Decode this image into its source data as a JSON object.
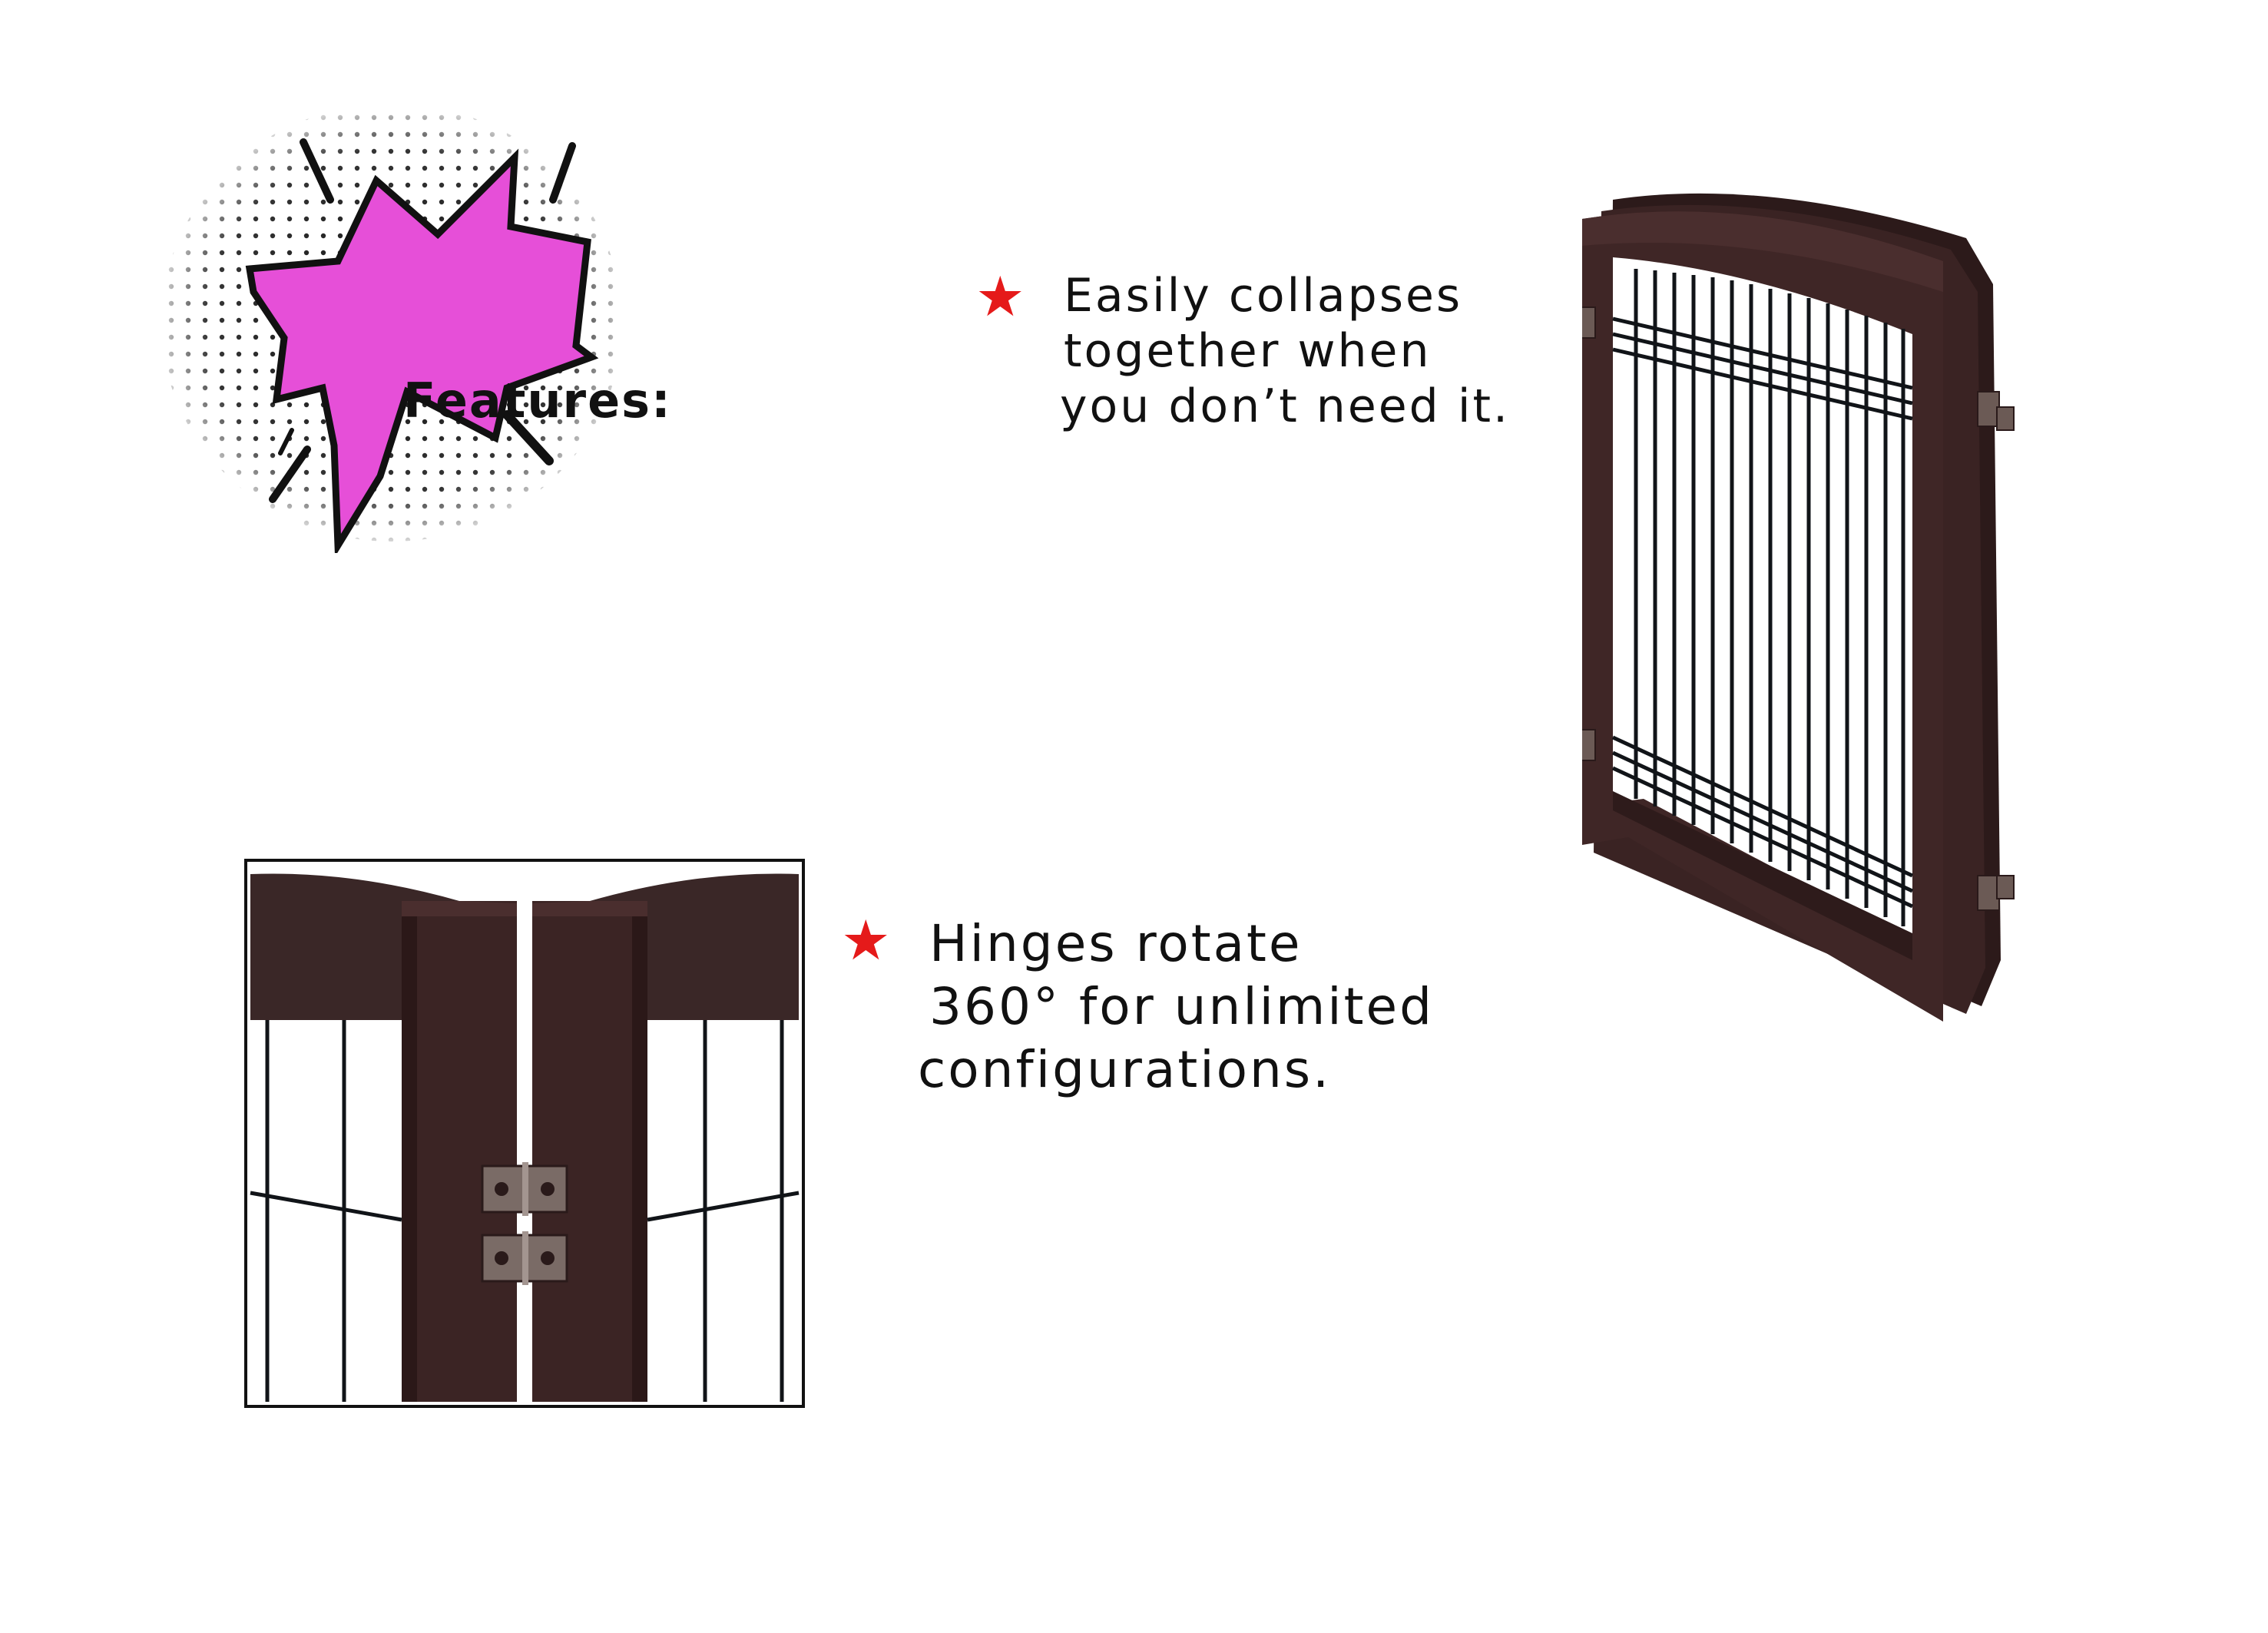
{
  "badge": {
    "label": "Features:",
    "fill_color": "#e64fd8",
    "outline_color": "#111111"
  },
  "features": [
    {
      "icon": "star-icon",
      "star_color": "#e51a1a",
      "lines": [
        "Easily collapses",
        "together when",
        "you don’t need it."
      ]
    },
    {
      "icon": "star-icon",
      "star_color": "#e51a1a",
      "lines": [
        "Hinges rotate",
        "360° for unlimited",
        "configurations."
      ]
    }
  ],
  "colors": {
    "wood": "#3b2424",
    "wire": "#111418"
  }
}
